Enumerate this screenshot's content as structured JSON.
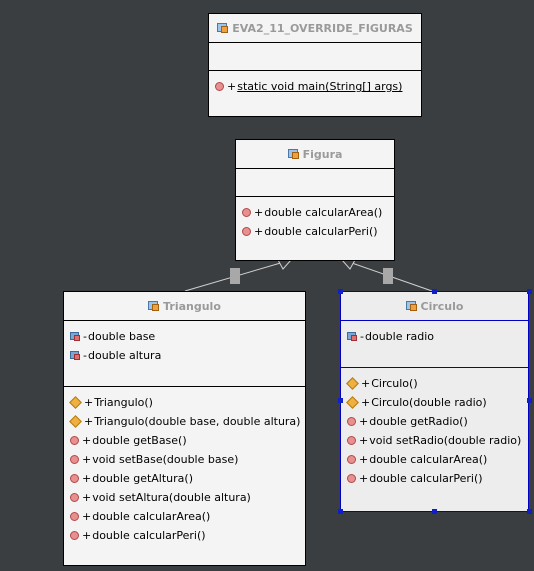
{
  "main_class": {
    "name": "EVA2_11_OVERRIDE_FIGURAS",
    "methods": [
      {
        "visibility": "+",
        "signature": "static void main(String[] args)"
      }
    ]
  },
  "figura": {
    "name": "Figura",
    "methods": [
      {
        "visibility": "+",
        "signature": "double calcularArea()"
      },
      {
        "visibility": "+",
        "signature": "double calcularPeri()"
      }
    ]
  },
  "triangulo": {
    "name": "Triangulo",
    "fields": [
      {
        "visibility": "-",
        "signature": "double base"
      },
      {
        "visibility": "-",
        "signature": "double altura"
      }
    ],
    "constructors": [
      {
        "visibility": "+",
        "signature": "Triangulo()"
      },
      {
        "visibility": "+",
        "signature": "Triangulo(double base, double altura)"
      }
    ],
    "methods": [
      {
        "visibility": "+",
        "signature": "double getBase()"
      },
      {
        "visibility": "+",
        "signature": "void setBase(double base)"
      },
      {
        "visibility": "+",
        "signature": "double getAltura()"
      },
      {
        "visibility": "+",
        "signature": "void setAltura(double altura)"
      },
      {
        "visibility": "+",
        "signature": "double calcularArea()"
      },
      {
        "visibility": "+",
        "signature": "double calcularPeri()"
      }
    ]
  },
  "circulo": {
    "name": "Circulo",
    "fields": [
      {
        "visibility": "-",
        "signature": "double radio"
      }
    ],
    "constructors": [
      {
        "visibility": "+",
        "signature": "Circulo()"
      },
      {
        "visibility": "+",
        "signature": "Circulo(double radio)"
      }
    ],
    "methods": [
      {
        "visibility": "+",
        "signature": "double getRadio()"
      },
      {
        "visibility": "+",
        "signature": "void setRadio(double radio)"
      },
      {
        "visibility": "+",
        "signature": "double calcularArea()"
      },
      {
        "visibility": "+",
        "signature": "double calcularPeri()"
      }
    ]
  }
}
